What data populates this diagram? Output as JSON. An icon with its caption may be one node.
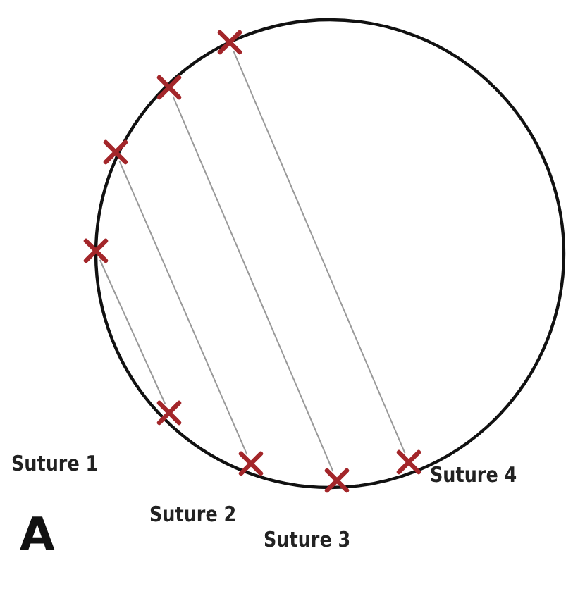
{
  "diagram": {
    "nodes": [
      {
        "text": [],
        "shape": "cross"
      },
      {
        "text": [],
        "shape": "cross"
      },
      {
        "text": [],
        "shape": "cross"
      },
      {
        "text": [],
        "shape": "cross"
      },
      {
        "text": [],
        "shape": "cross",
        "beside": [
          "Suture 1"
        ]
      },
      {
        "text": [],
        "shape": "cross",
        "beside": [
          "Suture 2"
        ]
      },
      {
        "text": [],
        "shape": "cross",
        "beside": [
          "Suture 3"
        ]
      },
      {
        "text": [],
        "shape": "cross",
        "beside": [
          "Suture 4"
        ]
      }
    ],
    "edges": [
      {
        "from": 3,
        "to": 4,
        "arrow": "none"
      },
      {
        "from": 2,
        "to": 5,
        "arrow": "none"
      },
      {
        "from": 1,
        "to": 6,
        "arrow": "none"
      },
      {
        "from": 0,
        "to": 7,
        "arrow": "none"
      }
    ],
    "labels": [
      "A"
    ]
  }
}
